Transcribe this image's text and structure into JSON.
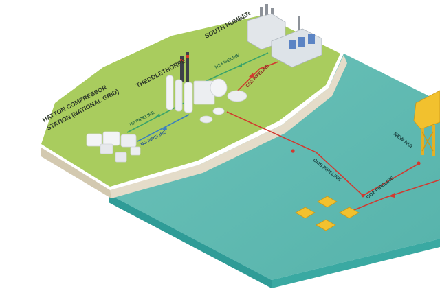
{
  "labels": {
    "station": "HATTON COMPRESSOR",
    "station_sub": "STATION (NATIONAL GRID)",
    "theddlethorpe": "THEDDLETHORPE",
    "south_humber": "SOUTH HUMBER",
    "h2_pipeline_west": "H2 PIPELINE",
    "ng_pipeline": "NG PIPELINE",
    "h2_pipeline_east": "H2 PIPELINE",
    "co2_pipeline_land": "CO2 PIPELINE",
    "cms_pipeline": "CMS PIPELINE",
    "co2_pipeline_sea": "CO2 PIPELINE",
    "new_nui": "NEW NUI"
  },
  "colors": {
    "land": "#a9cc5e",
    "land_shore": "#e4dcc9",
    "sea_top": "#5db8b0",
    "sea_side": "#2f9c97",
    "h2_line": "#3aa36a",
    "ng_line": "#3a7fc0",
    "co2_line": "#d2392f",
    "platform": "#f2c12e"
  }
}
